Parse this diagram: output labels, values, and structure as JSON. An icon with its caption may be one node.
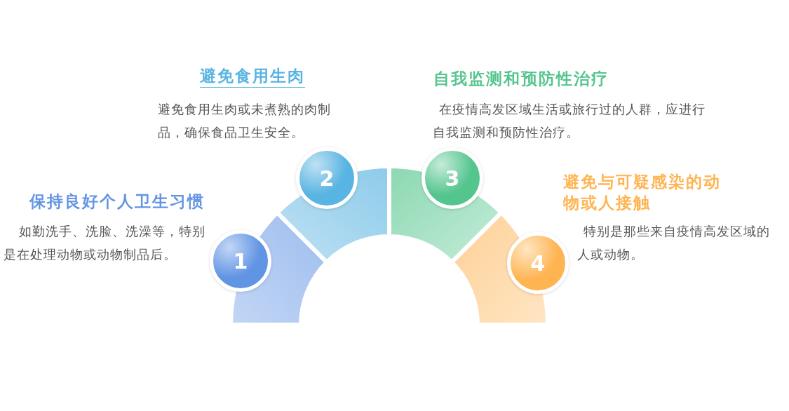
{
  "diagram": {
    "nodes": [
      {
        "text": [
          "1"
        ],
        "beside": [
          "保持良好个人卫生习惯",
          "如勤洗手、洗脸、洗澡等，特别是在处理动物或动物制品后。"
        ]
      },
      {
        "text": [
          "2"
        ],
        "beside": [
          "避免食用生肉",
          "避免食用生肉或未煮熟的肉制品，确保食品卫生安全。"
        ]
      },
      {
        "text": [
          "3"
        ],
        "beside": [
          "自我监测和预防性治疗",
          "在疫情高发区域生活或旅行过的人群，应进行自我监测和预防性治疗。"
        ]
      },
      {
        "text": [
          "4"
        ],
        "beside": [
          "避免与可疑感染的动物或人接触",
          "特别是那些来自疫情高发区域的人或动物。"
        ]
      }
    ]
  }
}
